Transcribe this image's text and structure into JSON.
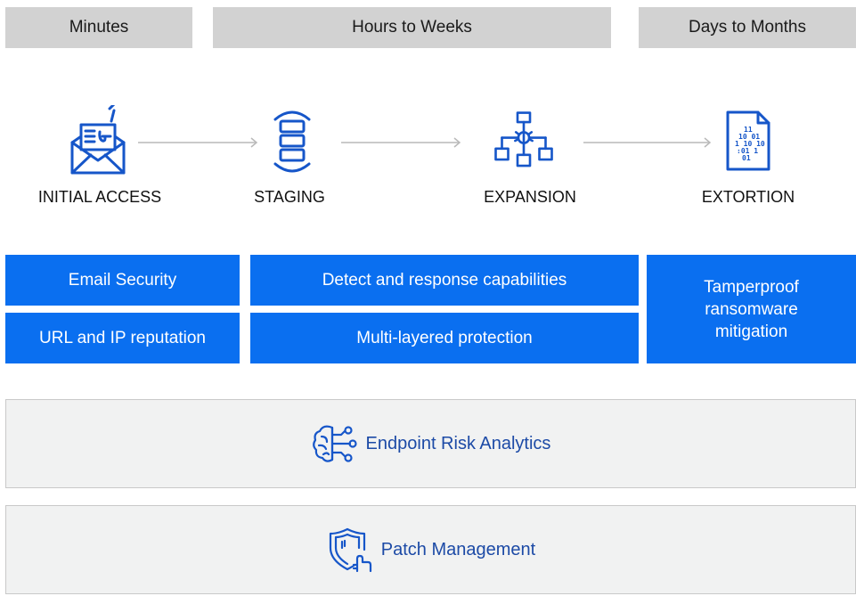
{
  "phases": [
    "Minutes",
    "Hours to Weeks",
    "Days to Months"
  ],
  "stages": [
    {
      "label": "INITIAL ACCESS",
      "icon": "phishing-email-icon"
    },
    {
      "label": "STAGING",
      "icon": "database-stack-icon"
    },
    {
      "label": "EXPANSION",
      "icon": "network-spread-icon"
    },
    {
      "label": "EXTORTION",
      "icon": "encrypted-file-icon"
    }
  ],
  "capabilities": {
    "email_security": "Email Security",
    "url_ip": "URL and IP reputation",
    "detect_response": "Detect and response capabilities",
    "multi_layered": "Multi-layered protection",
    "tamperproof": [
      "Tamperproof",
      "ransomware",
      "mitigation"
    ]
  },
  "tools": [
    {
      "label": "Endpoint Risk Analytics",
      "icon": "ai-brain-icon"
    },
    {
      "label": "Patch Management",
      "icon": "shield-hand-icon"
    }
  ],
  "colors": {
    "accent_blue": "#0a6ff0",
    "icon_blue": "#1656c9",
    "phase_gray": "#d2d2d2",
    "panel_gray": "#f1f2f2",
    "tool_text": "#1c4aa6"
  }
}
